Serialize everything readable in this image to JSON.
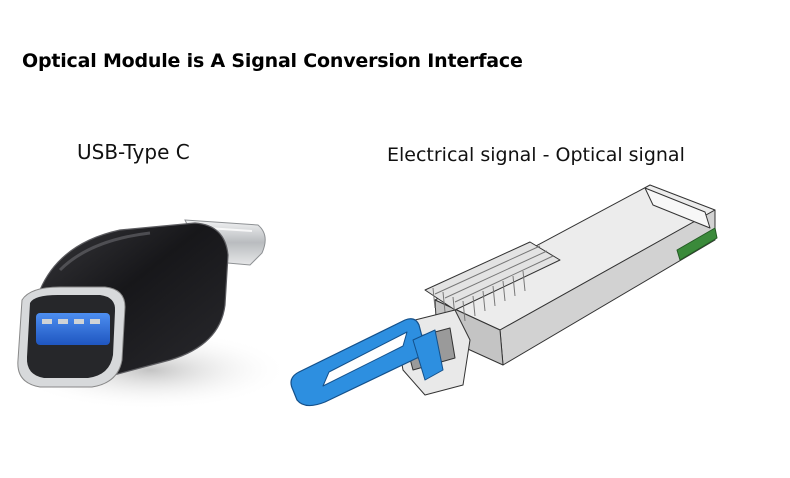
{
  "title": "Optical Module is A Signal Conversion Interface",
  "captions": {
    "left": "USB-Type C",
    "right": "Electrical signal - Optical signal"
  },
  "images": {
    "left": "usb-a-to-type-c-adapter",
    "right": "qsfp-optical-transceiver-module"
  },
  "colors": {
    "adapter_body": "#1c1c1e",
    "usb_blue": "#2f6fd8",
    "connector_silver": "#c9cbcd",
    "pull_tab_blue": "#2d8fe0",
    "module_metal": "#dcdcdc",
    "pcb_green": "#3a8a3a"
  }
}
